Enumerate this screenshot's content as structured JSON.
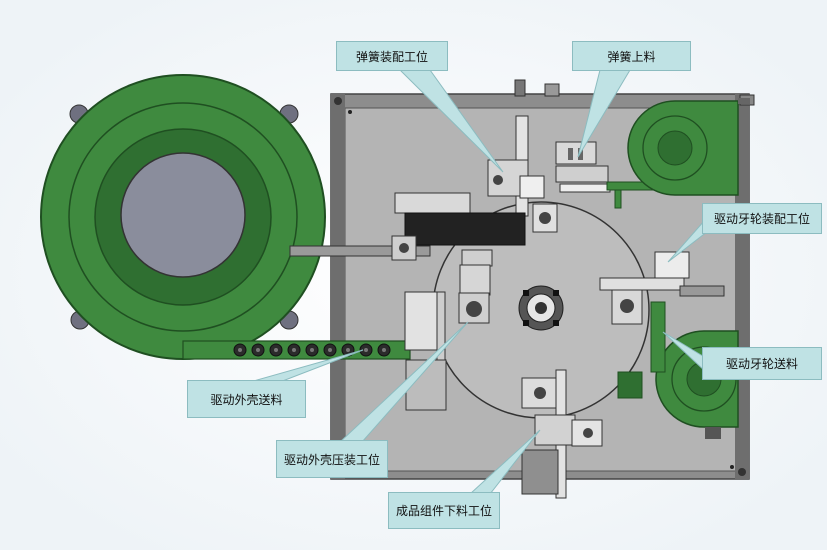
{
  "labels": {
    "spring_assembly_station": "弹簧装配工位",
    "spring_loading": "弹簧上料",
    "drive_gear_assembly_station": "驱动牙轮装配工位",
    "drive_gear_feeding": "驱动牙轮送料",
    "drive_housing_feeding": "驱动外壳送料",
    "drive_housing_press_station": "驱动外壳压装工位",
    "finished_assembly_unloading_station": "成品组件下料工位"
  },
  "colors": {
    "frame": "#8d8d8d",
    "plate": "#b4b4b4",
    "turntable": "#bdbdbd",
    "bowl_green": "#3f8a3f",
    "bowl_dark_green": "#2f6f31",
    "callout_fill": "#bfe2e4"
  }
}
